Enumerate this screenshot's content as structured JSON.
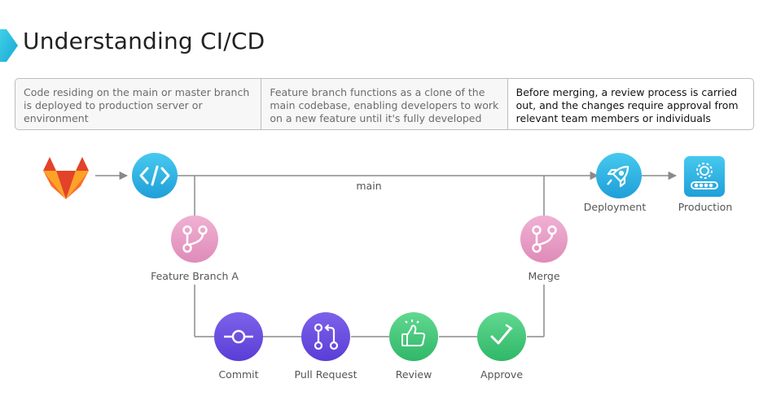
{
  "header": {
    "title": "Understanding CI/CD"
  },
  "info_panel": {
    "cells": [
      {
        "text": "Code residing on the main or master branch is deployed to production server or environment"
      },
      {
        "text": "Feature branch functions as a clone of the main codebase, enabling developers to work on a new feature until it's fully developed"
      },
      {
        "text": "Before merging, a review process is carried out, and the changes require approval from relevant team members or individuals"
      }
    ]
  },
  "diagram": {
    "main_label": "main",
    "nodes": {
      "feature_branch": "Feature Branch A",
      "merge": "Merge",
      "deployment": "Deployment",
      "production": "Production",
      "commit": "Commit",
      "pull_request": "Pull Request",
      "review": "Review",
      "approve": "Approve"
    },
    "icons": {
      "gitlab": "gitlab-fox-icon",
      "code": "code-brackets-icon",
      "branch": "git-branch-icon",
      "merge": "git-merge-icon",
      "deploy": "rocket-icon",
      "production": "gear-server-icon",
      "commit": "git-commit-icon",
      "pull_request": "pull-request-icon",
      "review": "thumbs-up-icon",
      "approve": "checkmark-icon"
    },
    "colors": {
      "cyan": "#29b6e6",
      "pink": "#e79ac3",
      "purple": "#6b4fe0",
      "green": "#3ec77a",
      "line": "#8a8a8a",
      "gitlab_orange": "#e2432a"
    }
  }
}
